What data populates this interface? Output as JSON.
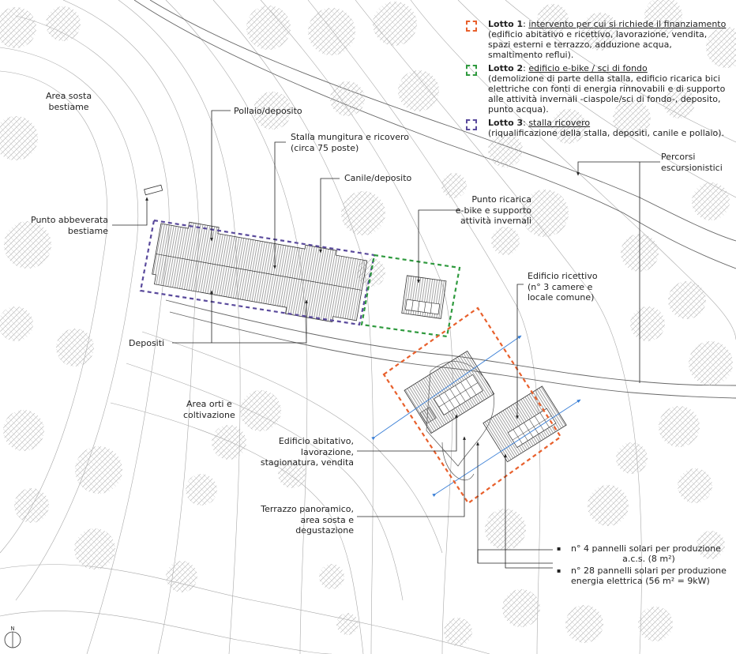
{
  "colors": {
    "lotto1": "#e8602c",
    "lotto2": "#2f9a3e",
    "lotto3": "#5a4a9c",
    "solar_axis": "#3a7fd6",
    "contour": "#9a9a9a",
    "tree_hatch": "#bfbfbf"
  },
  "legend": [
    {
      "title": "Lotto 1",
      "subject": "intervento per cui si richiede il finanziamento",
      "description": [
        "(edificio abitativo e ricettivo, lavorazione, vendita,",
        "spazi esterni e terrazzo, adduzione acqua,",
        "smaltimento reflui)."
      ]
    },
    {
      "title": "Lotto 2",
      "subject": "edificio e-bike / sci di fondo",
      "description": [
        "(demolizione di parte della stalla, edificio ricarica bici",
        "elettriche con fonti di energia rinnovabili e di supporto",
        "alle attività invernali -ciaspole/sci di fondo-, deposito,",
        "punto acqua)."
      ]
    },
    {
      "title": "Lotto 3",
      "subject": "stalla ricovero",
      "description": [
        "(riqualificazione della stalla, depositi, canile e pollaio)."
      ]
    }
  ],
  "labels": {
    "area_sosta": [
      "Area sosta",
      "bestiame"
    ],
    "pollaio": [
      "Pollaio/deposito"
    ],
    "stalla": [
      "Stalla mungitura e ricovero",
      "(circa 75 poste)"
    ],
    "canile": [
      "Canile/deposito"
    ],
    "punto_ricarica": [
      "Punto ricarica",
      "e-bike e supporto",
      "attività invernali"
    ],
    "percorsi": [
      "Percorsi",
      "escursionistici"
    ],
    "abbeverata": [
      "Punto abbeverata",
      "bestiame"
    ],
    "edificio_ricettivo": [
      "Edificio ricettivo",
      "(n° 3 camere e",
      "locale comune)"
    ],
    "depositi": [
      "Depositi"
    ],
    "area_orti": [
      "Area orti e",
      "coltivazione"
    ],
    "edificio_abitativo": [
      "Edificio abitativo,",
      "lavorazione,",
      "stagionatura, vendita"
    ],
    "terrazzo": [
      "Terrazzo panoramico,",
      "area sosta e",
      "degustazione"
    ]
  },
  "solar_notes": [
    [
      "n° 4 pannelli solari per produzione",
      "a.c.s. (8 m²)"
    ],
    [
      "n° 28 pannelli solari per produzione",
      "energia elettrica (56 m² = 9kW)"
    ]
  ],
  "north_label": "N"
}
